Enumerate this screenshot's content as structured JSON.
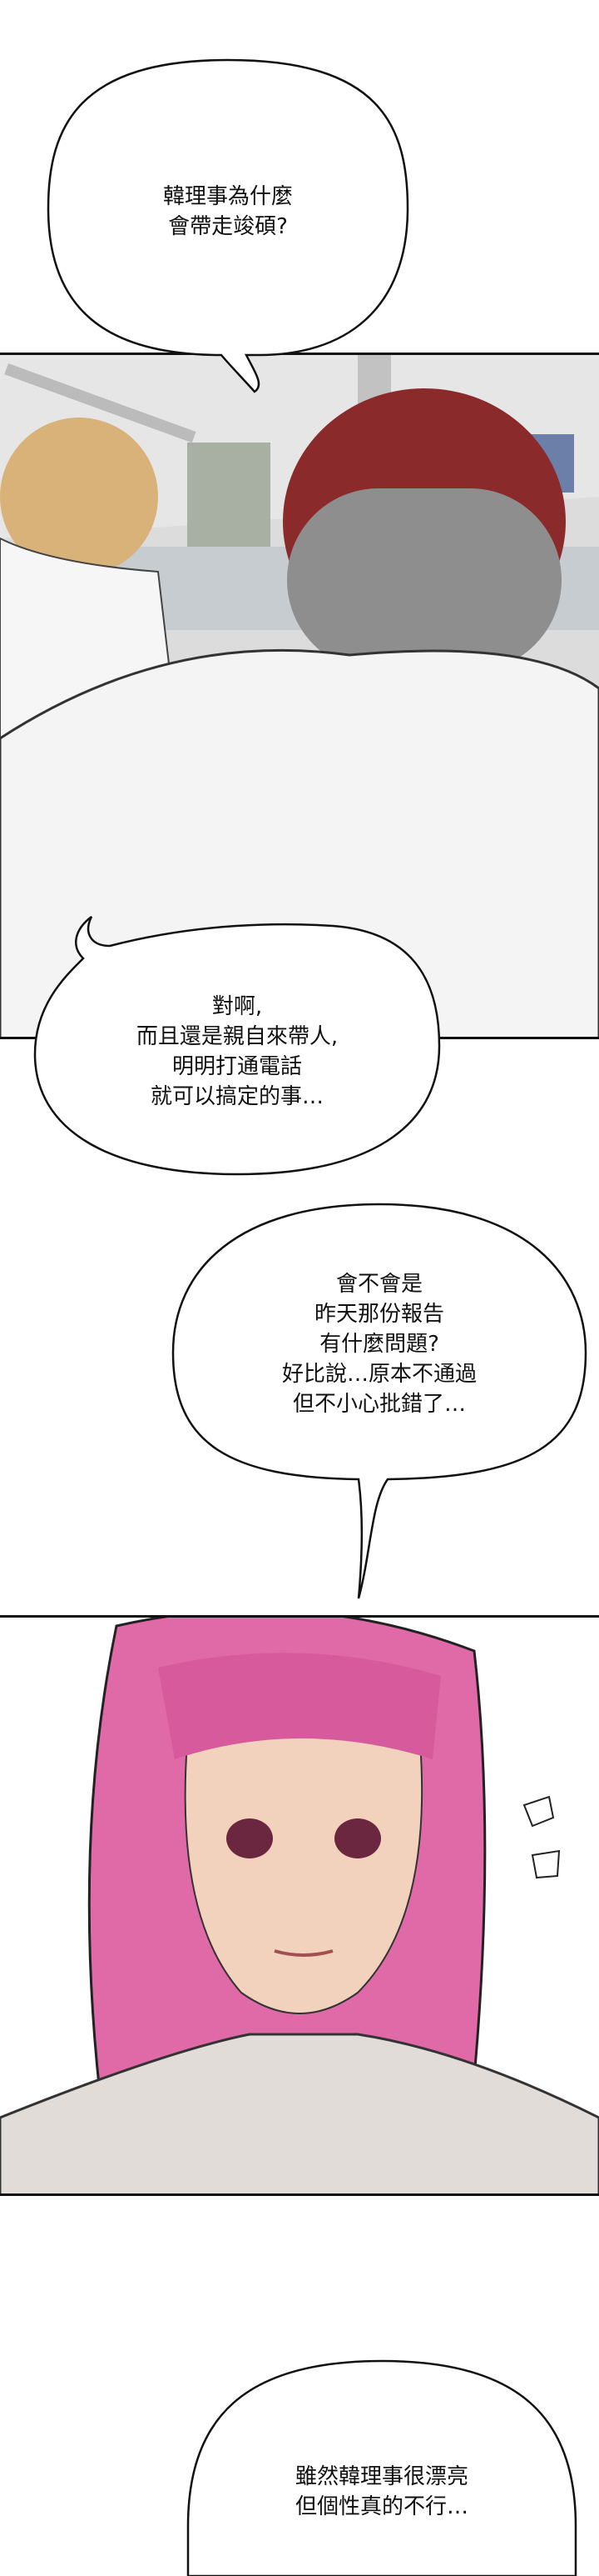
{
  "bubbles": [
    {
      "lines": [
        "韓理事為什麼",
        "會帶走竣碩?"
      ]
    },
    {
      "lines": [
        "對啊,",
        "而且還是親自來帶人,",
        "明明打通電話",
        "就可以搞定的事…"
      ]
    },
    {
      "lines": [
        "會不會是",
        "昨天那份報告",
        "有什麼問題?",
        "好比說…原本不通過",
        "但不小心批錯了…"
      ]
    },
    {
      "lines": [
        "雖然韓理事很漂亮",
        "但個性真的不行…"
      ]
    }
  ],
  "colors": {
    "office_wall": "#d9d9d9",
    "shirt": "#f4f4f4",
    "blond_hair": "#d9b27a",
    "red_hair": "#8a2a2a",
    "pink_hair": "#e06aa8",
    "skin": "#f3d2bd"
  }
}
